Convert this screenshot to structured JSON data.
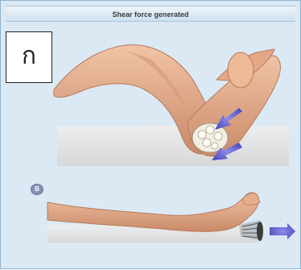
{
  "header": {
    "title": "Shear force generated"
  },
  "panel_a": {
    "label": "ก"
  },
  "panel_b": {
    "label": "B"
  },
  "colors": {
    "background": "#dbe9f4",
    "skin": "#e7b08f",
    "surface": "#e2e2e2",
    "arrow": "#6f6fd6"
  }
}
